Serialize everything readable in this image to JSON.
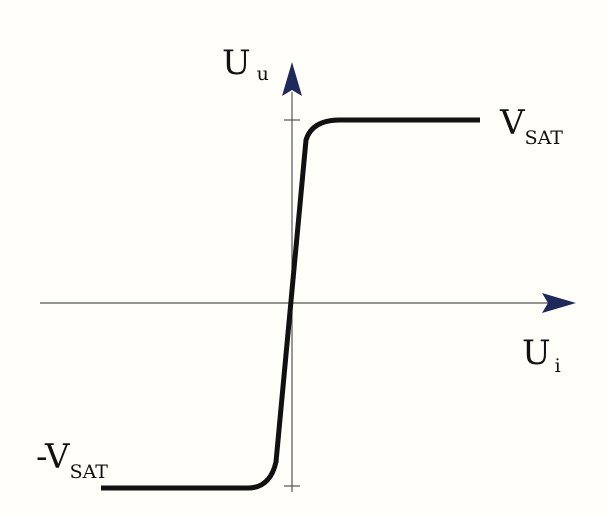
{
  "labels": {
    "y_axis_main": "U",
    "y_axis_sub": "u",
    "x_axis_main": "U",
    "x_axis_sub": "i",
    "pos_sat_main": "V",
    "pos_sat_sub": "SAT",
    "neg_sat_main": "-V",
    "neg_sat_sub": "SAT"
  },
  "colors": {
    "background": "#fffef8",
    "axis": "#555555",
    "arrowhead": "#1f2a5c",
    "curve": "#111111",
    "text": "#111111"
  },
  "icons": {
    "y_arrow": "arrow-up-icon",
    "x_arrow": "arrow-right-icon"
  }
}
